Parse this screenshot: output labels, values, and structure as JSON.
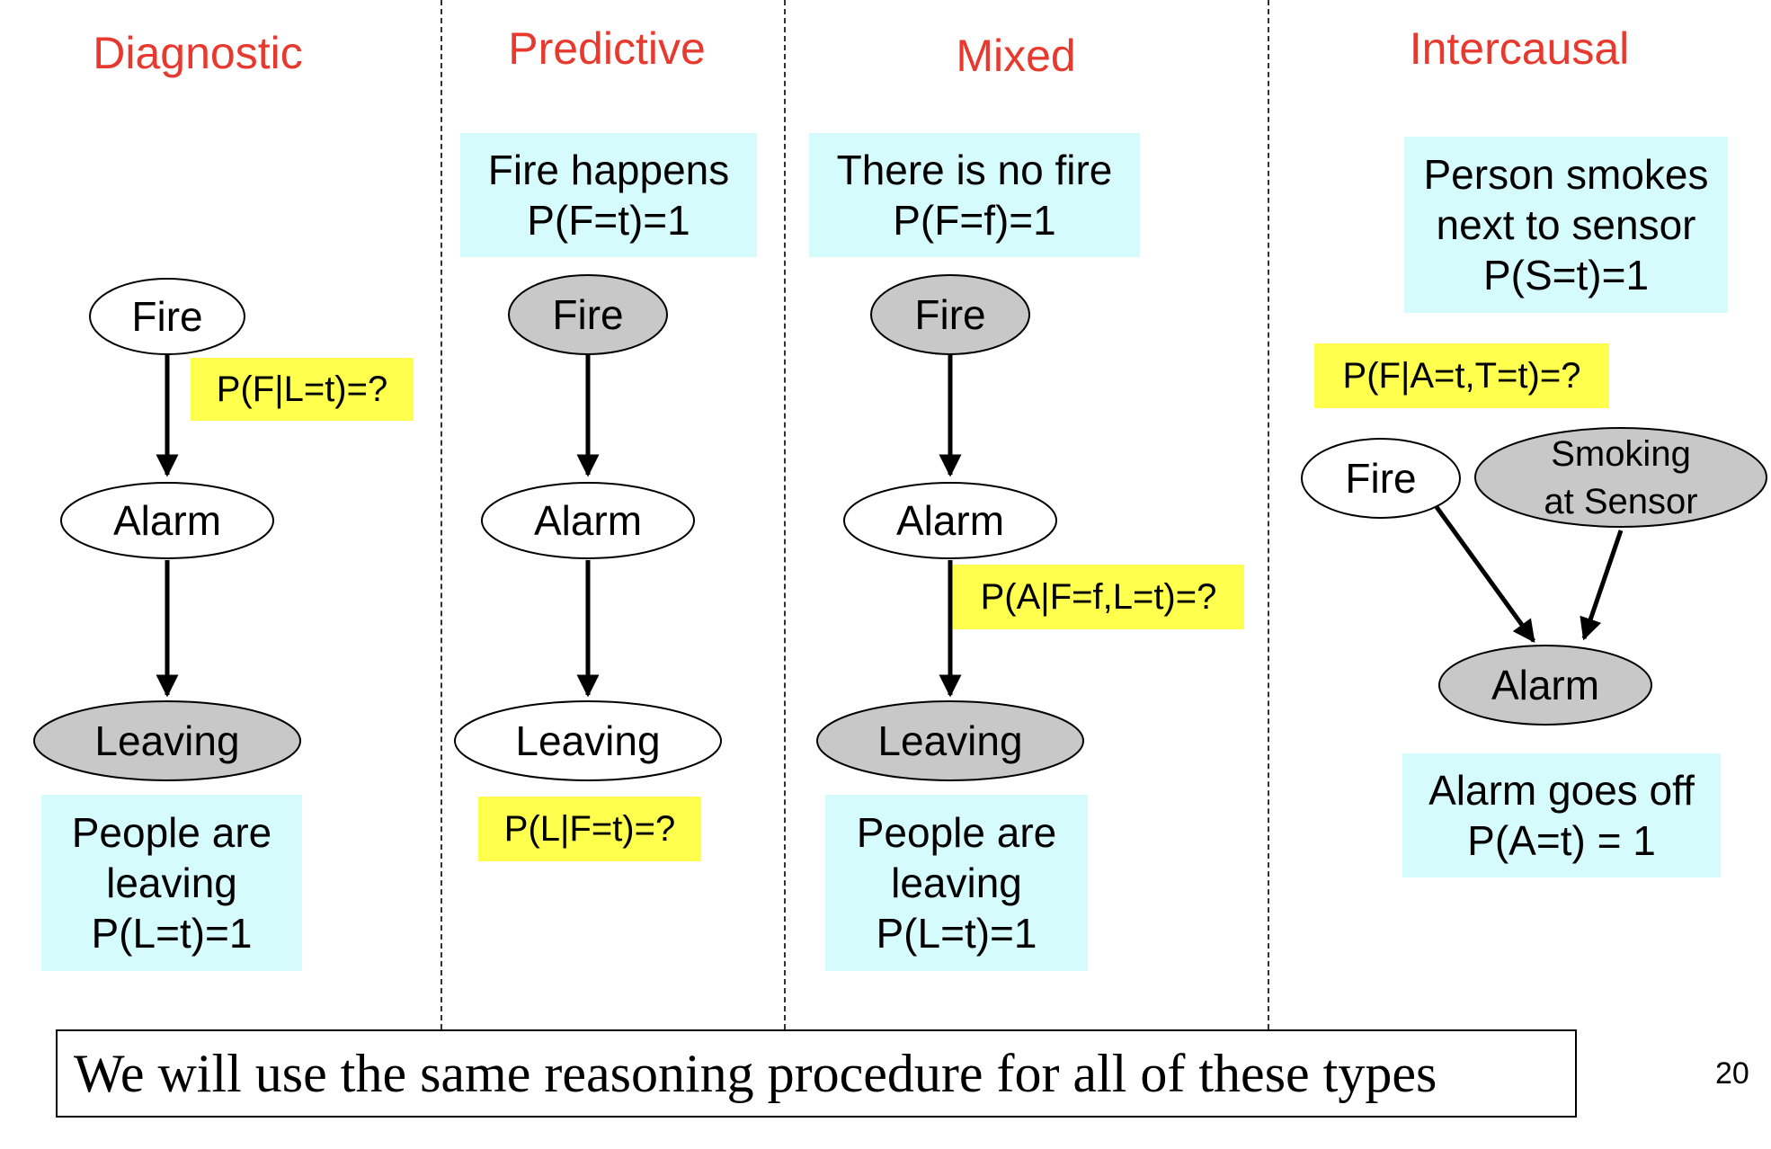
{
  "columns": {
    "diagnostic": {
      "title": "Diagnostic",
      "nodes": {
        "fire": "Fire",
        "alarm": "Alarm",
        "leaving": "Leaving"
      },
      "query": "P(F|L=t)=?",
      "evidence": [
        "People are",
        "leaving",
        "P(L=t)=1"
      ]
    },
    "predictive": {
      "title": "Predictive",
      "nodes": {
        "fire": "Fire",
        "alarm": "Alarm",
        "leaving": "Leaving"
      },
      "query": "P(L|F=t)=?",
      "evidence": [
        "Fire happens",
        "P(F=t)=1"
      ]
    },
    "mixed": {
      "title": "Mixed",
      "nodes": {
        "fire": "Fire",
        "alarm": "Alarm",
        "leaving": "Leaving"
      },
      "query": "P(A|F=f,L=t)=?",
      "evidence_top": [
        "There is no fire",
        "P(F=f)=1"
      ],
      "evidence_bottom": [
        "People are",
        "leaving",
        "P(L=t)=1"
      ]
    },
    "intercausal": {
      "title": "Intercausal",
      "nodes": {
        "fire": "Fire",
        "smoking": [
          "Smoking",
          "at Sensor"
        ],
        "alarm": "Alarm"
      },
      "query": "P(F|A=t,T=t)=?",
      "evidence_top": [
        "Person smokes",
        "next to sensor",
        "P(S=t)=1"
      ],
      "evidence_bottom": [
        "Alarm goes off",
        "P(A=t) = 1"
      ]
    }
  },
  "footer": "We will use the same reasoning procedure for all of these types",
  "page_number": "20",
  "colors": {
    "title": "#e8392e",
    "evidence_bg": "#d6fbfd",
    "query_bg": "#ffff4d",
    "observed_node": "#c8c8c8",
    "unobserved_node": "#ffffff"
  }
}
